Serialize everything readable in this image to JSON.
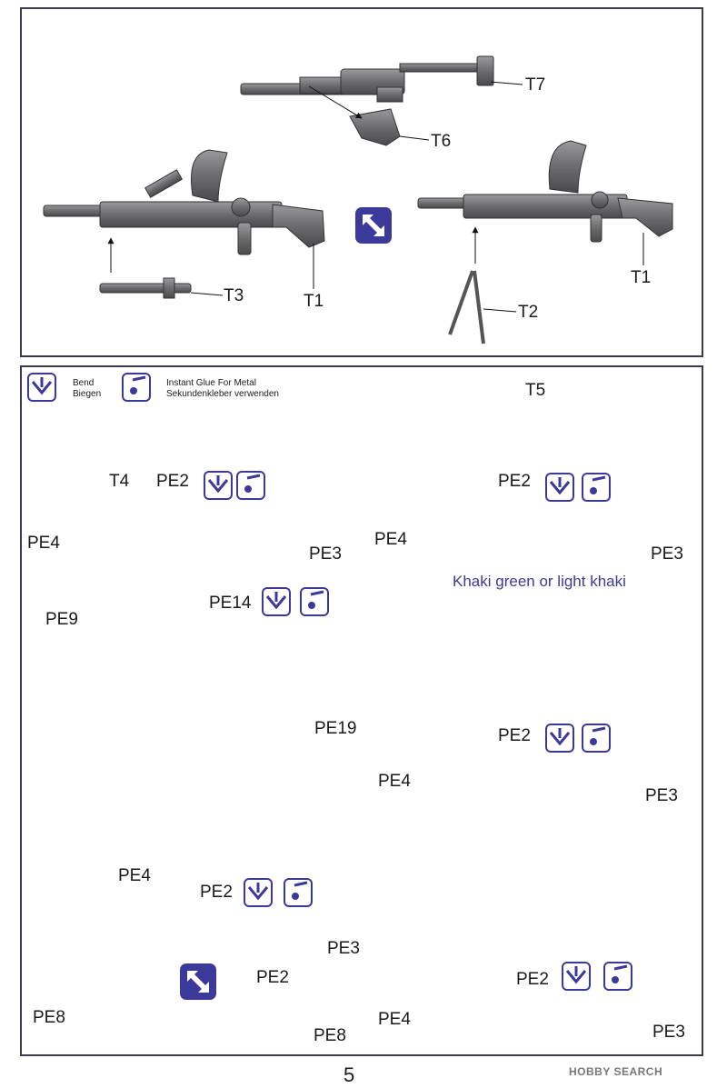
{
  "panel_top": {
    "labels": {
      "t7": "T7",
      "t6": "T6",
      "t3": "T3",
      "t1_left": "T1",
      "t1_right": "T1",
      "t2": "T2"
    }
  },
  "legend": {
    "bend": [
      "Bend",
      "Biegen"
    ],
    "glue": [
      "Instant Glue For Metal",
      "Sekundenkleber verwenden"
    ]
  },
  "panel_bottom": {
    "rifle_left": {
      "t4": "T4",
      "pe2": "PE2",
      "pe4": "PE4",
      "pe3": "PE3"
    },
    "rifle_right": {
      "t5": "T5",
      "pe2": "PE2",
      "pe4": "PE4",
      "pe3": "PE3"
    },
    "color_note": "Khaki green or light khaki",
    "sten_sling": {
      "pe9": "PE9",
      "pe14": "PE14",
      "pe19": "PE19"
    },
    "bren_mid": {
      "pe2": "PE2",
      "pe4": "PE4",
      "pe3": "PE3"
    },
    "sling_a": {
      "pe4": "PE4",
      "pe2": "PE2",
      "pe3": "PE3"
    },
    "sling_b": {
      "pe2": "PE2",
      "pe8_left": "PE8",
      "pe8_right": "PE8"
    },
    "bren_bottom": {
      "pe2": "PE2",
      "pe4": "PE4",
      "pe3": "PE3"
    }
  },
  "page_number": "5",
  "watermark": "HOBBY SEARCH",
  "colors": {
    "accent": "#3b3a9a",
    "gun": "#6a6a6c",
    "strap": "#c9c15a",
    "frame": "#3a3a4a"
  },
  "icons": [
    "bend-icon",
    "glue-icon",
    "flip-view-icon",
    "arrow-down-icon"
  ]
}
